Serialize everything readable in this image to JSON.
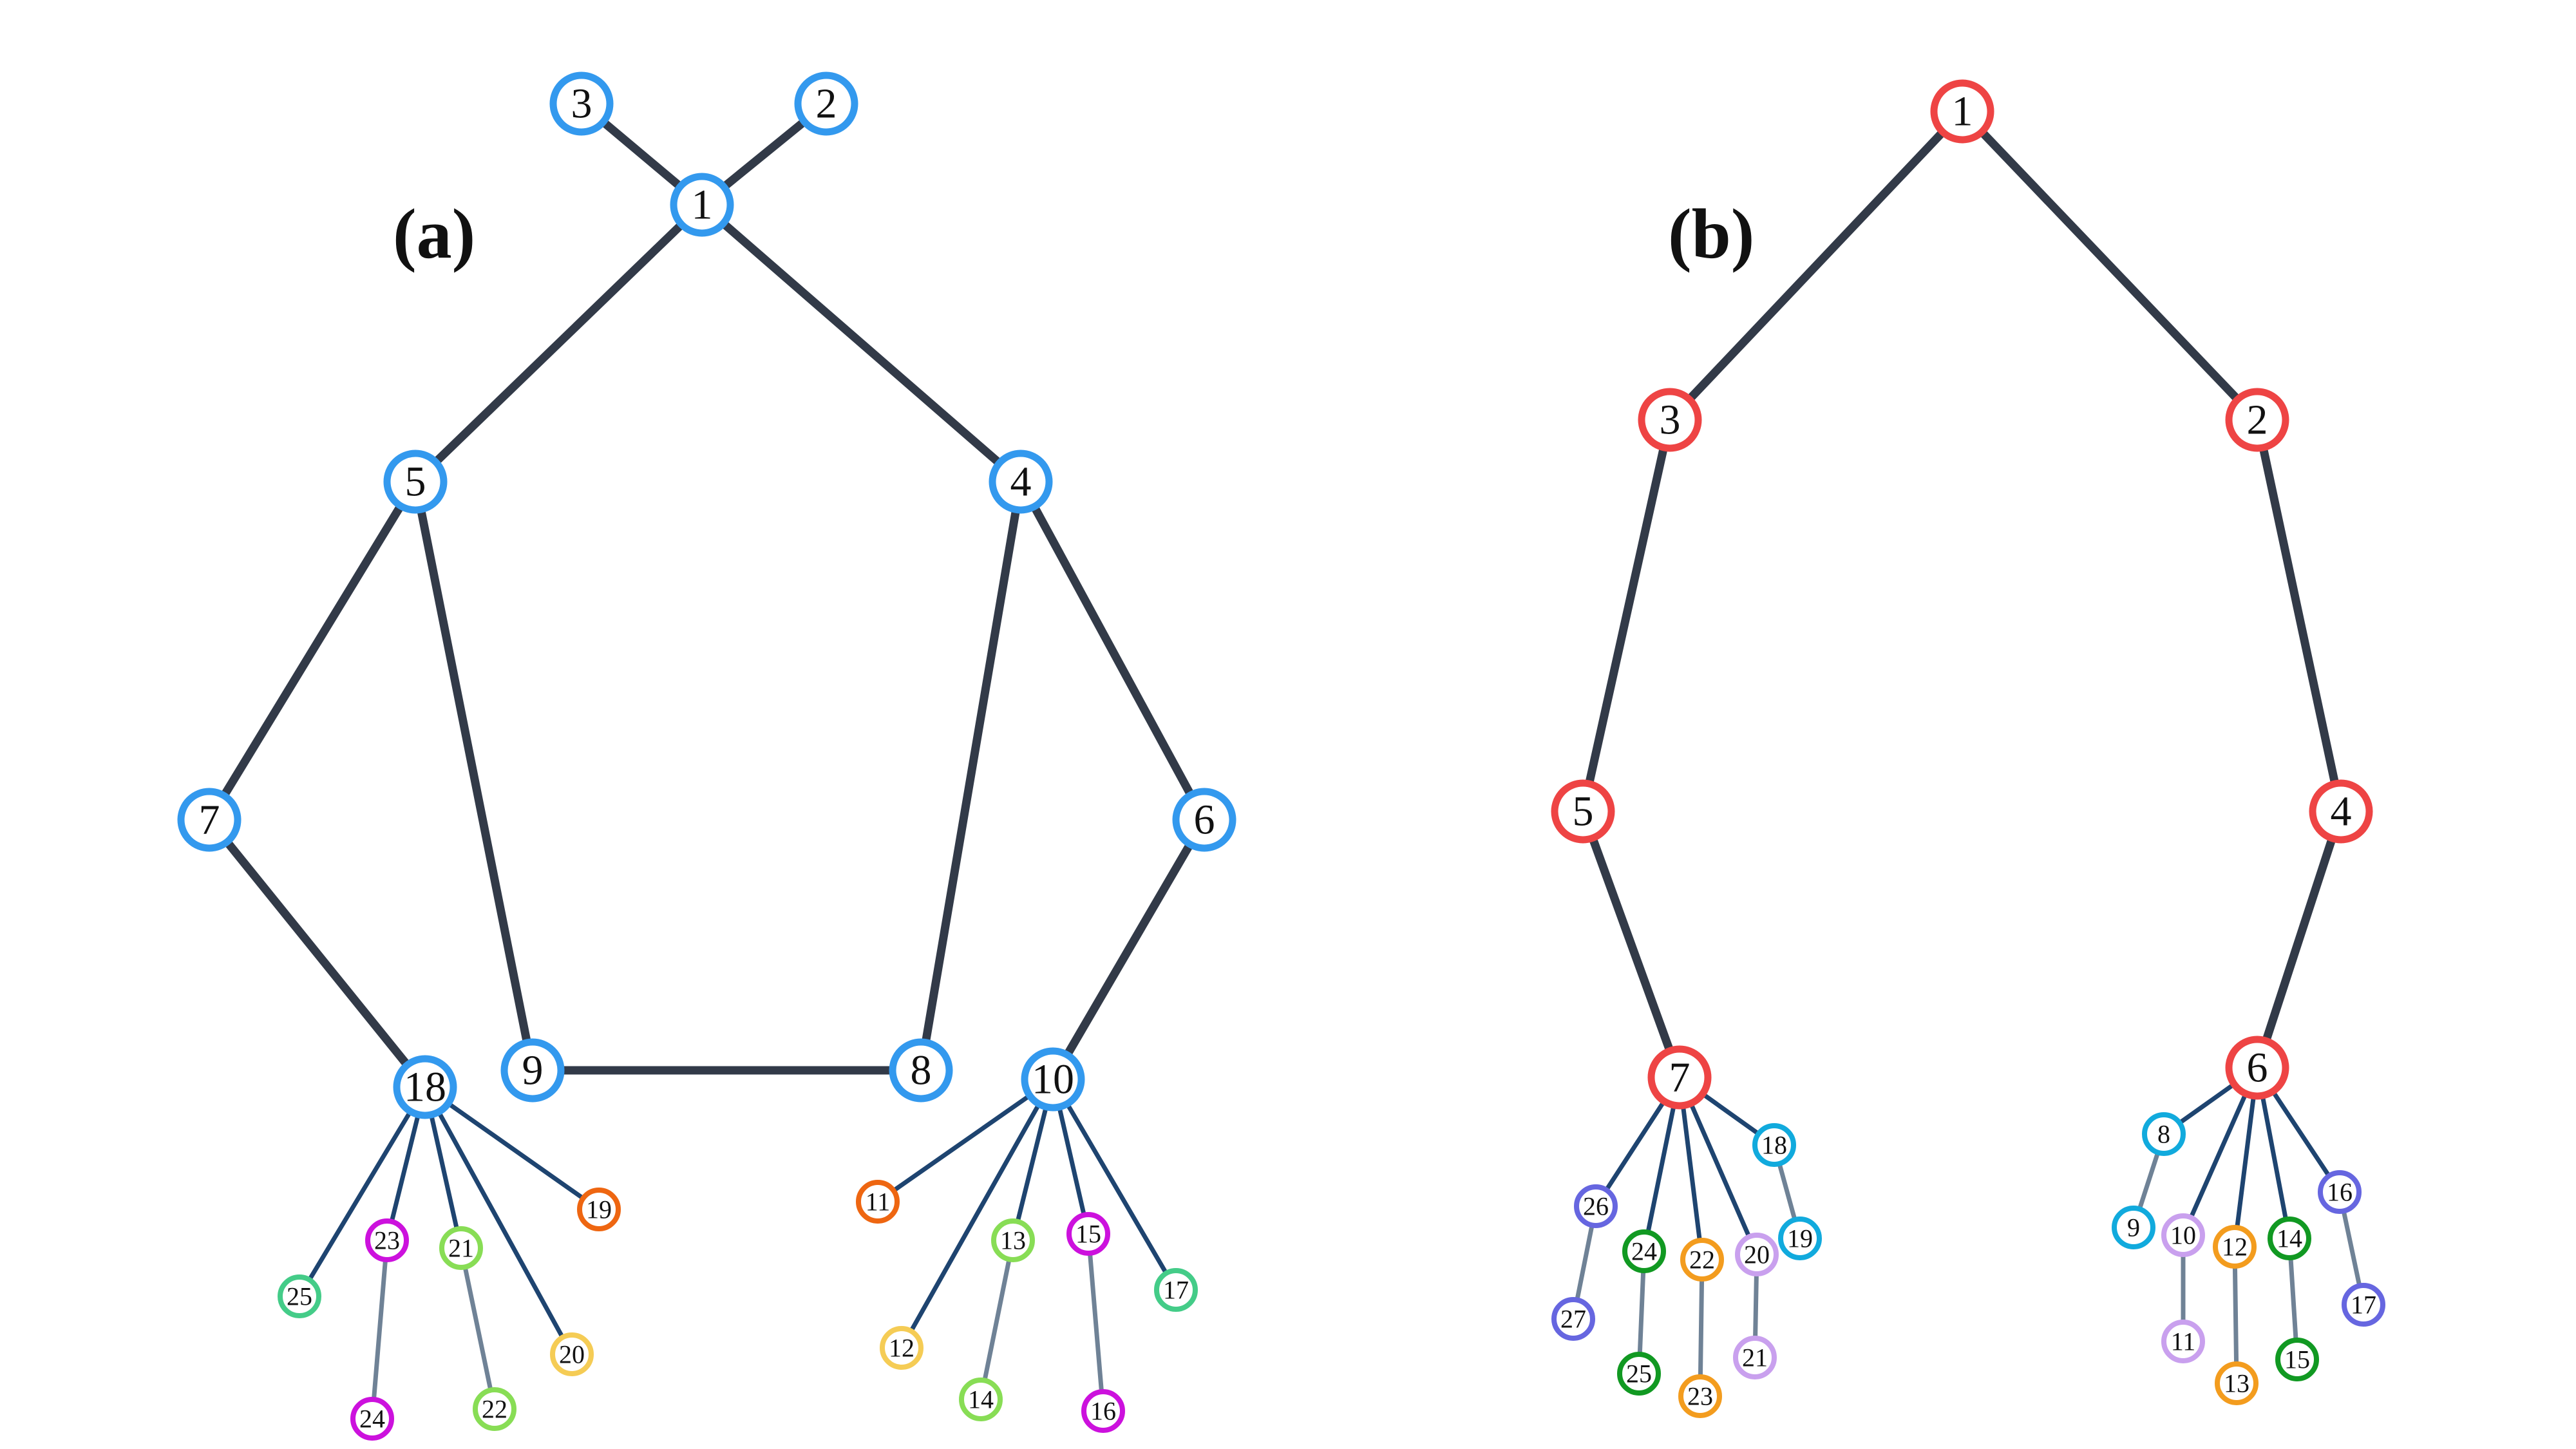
{
  "panels": [
    {
      "label": "(a)",
      "nodes": [
        {
          "id": "1",
          "color": "#3399ee"
        },
        {
          "id": "2",
          "color": "#3399ee"
        },
        {
          "id": "3",
          "color": "#3399ee"
        },
        {
          "id": "4",
          "color": "#3399ee"
        },
        {
          "id": "5",
          "color": "#3399ee"
        },
        {
          "id": "6",
          "color": "#3399ee"
        },
        {
          "id": "7",
          "color": "#3399ee"
        },
        {
          "id": "8",
          "color": "#3399ee"
        },
        {
          "id": "9",
          "color": "#3399ee"
        },
        {
          "id": "10",
          "color": "#3399ee"
        },
        {
          "id": "11",
          "color": "#ee6611"
        },
        {
          "id": "12",
          "color": "#f5cc55"
        },
        {
          "id": "13",
          "color": "#88dd55"
        },
        {
          "id": "14",
          "color": "#88dd55"
        },
        {
          "id": "15",
          "color": "#cc11dd"
        },
        {
          "id": "16",
          "color": "#cc11dd"
        },
        {
          "id": "17",
          "color": "#44cc88"
        },
        {
          "id": "18",
          "color": "#3399ee"
        },
        {
          "id": "19",
          "color": "#ee6611"
        },
        {
          "id": "20",
          "color": "#f5cc55"
        },
        {
          "id": "21",
          "color": "#88dd55"
        },
        {
          "id": "22",
          "color": "#88dd55"
        },
        {
          "id": "23",
          "color": "#cc11dd"
        },
        {
          "id": "24",
          "color": "#cc11dd"
        },
        {
          "id": "25",
          "color": "#44cc88"
        }
      ],
      "edges": [
        [
          "1",
          "3"
        ],
        [
          "1",
          "2"
        ],
        [
          "1",
          "5"
        ],
        [
          "1",
          "4"
        ],
        [
          "5",
          "7"
        ],
        [
          "5",
          "9"
        ],
        [
          "4",
          "8"
        ],
        [
          "4",
          "6"
        ],
        [
          "9",
          "8"
        ],
        [
          "7",
          "18"
        ],
        [
          "6",
          "10"
        ],
        [
          "18",
          "25"
        ],
        [
          "18",
          "23"
        ],
        [
          "18",
          "21"
        ],
        [
          "18",
          "20"
        ],
        [
          "18",
          "19"
        ],
        [
          "23",
          "24"
        ],
        [
          "21",
          "22"
        ],
        [
          "10",
          "11"
        ],
        [
          "10",
          "12"
        ],
        [
          "10",
          "13"
        ],
        [
          "10",
          "15"
        ],
        [
          "10",
          "17"
        ],
        [
          "13",
          "14"
        ],
        [
          "15",
          "16"
        ]
      ]
    },
    {
      "label": "(b)",
      "nodes": [
        {
          "id": "1",
          "color": "#ee4444"
        },
        {
          "id": "2",
          "color": "#ee4444"
        },
        {
          "id": "3",
          "color": "#ee4444"
        },
        {
          "id": "4",
          "color": "#ee4444"
        },
        {
          "id": "5",
          "color": "#ee4444"
        },
        {
          "id": "6",
          "color": "#ee4444"
        },
        {
          "id": "7",
          "color": "#ee4444"
        },
        {
          "id": "8",
          "color": "#11aadd"
        },
        {
          "id": "9",
          "color": "#11aadd"
        },
        {
          "id": "10",
          "color": "#c9a0ee"
        },
        {
          "id": "11",
          "color": "#c9a0ee"
        },
        {
          "id": "12",
          "color": "#f39c1e"
        },
        {
          "id": "13",
          "color": "#f39c1e"
        },
        {
          "id": "14",
          "color": "#119922"
        },
        {
          "id": "15",
          "color": "#119922"
        },
        {
          "id": "16",
          "color": "#6666e0"
        },
        {
          "id": "17",
          "color": "#6666e0"
        },
        {
          "id": "18",
          "color": "#11aadd"
        },
        {
          "id": "19",
          "color": "#11aadd"
        },
        {
          "id": "20",
          "color": "#c9a0ee"
        },
        {
          "id": "21",
          "color": "#c9a0ee"
        },
        {
          "id": "22",
          "color": "#f39c1e"
        },
        {
          "id": "23",
          "color": "#f39c1e"
        },
        {
          "id": "24",
          "color": "#119922"
        },
        {
          "id": "25",
          "color": "#119922"
        },
        {
          "id": "26",
          "color": "#6666e0"
        },
        {
          "id": "27",
          "color": "#6666e0"
        }
      ],
      "edges": [
        [
          "1",
          "3"
        ],
        [
          "1",
          "2"
        ],
        [
          "3",
          "5"
        ],
        [
          "2",
          "4"
        ],
        [
          "5",
          "7"
        ],
        [
          "4",
          "6"
        ],
        [
          "7",
          "26"
        ],
        [
          "7",
          "24"
        ],
        [
          "7",
          "22"
        ],
        [
          "7",
          "20"
        ],
        [
          "7",
          "18"
        ],
        [
          "26",
          "27"
        ],
        [
          "24",
          "25"
        ],
        [
          "22",
          "23"
        ],
        [
          "20",
          "21"
        ],
        [
          "18",
          "19"
        ],
        [
          "6",
          "8"
        ],
        [
          "6",
          "10"
        ],
        [
          "6",
          "12"
        ],
        [
          "6",
          "14"
        ],
        [
          "6",
          "16"
        ],
        [
          "8",
          "9"
        ],
        [
          "10",
          "11"
        ],
        [
          "12",
          "13"
        ],
        [
          "14",
          "15"
        ],
        [
          "16",
          "17"
        ]
      ]
    }
  ]
}
